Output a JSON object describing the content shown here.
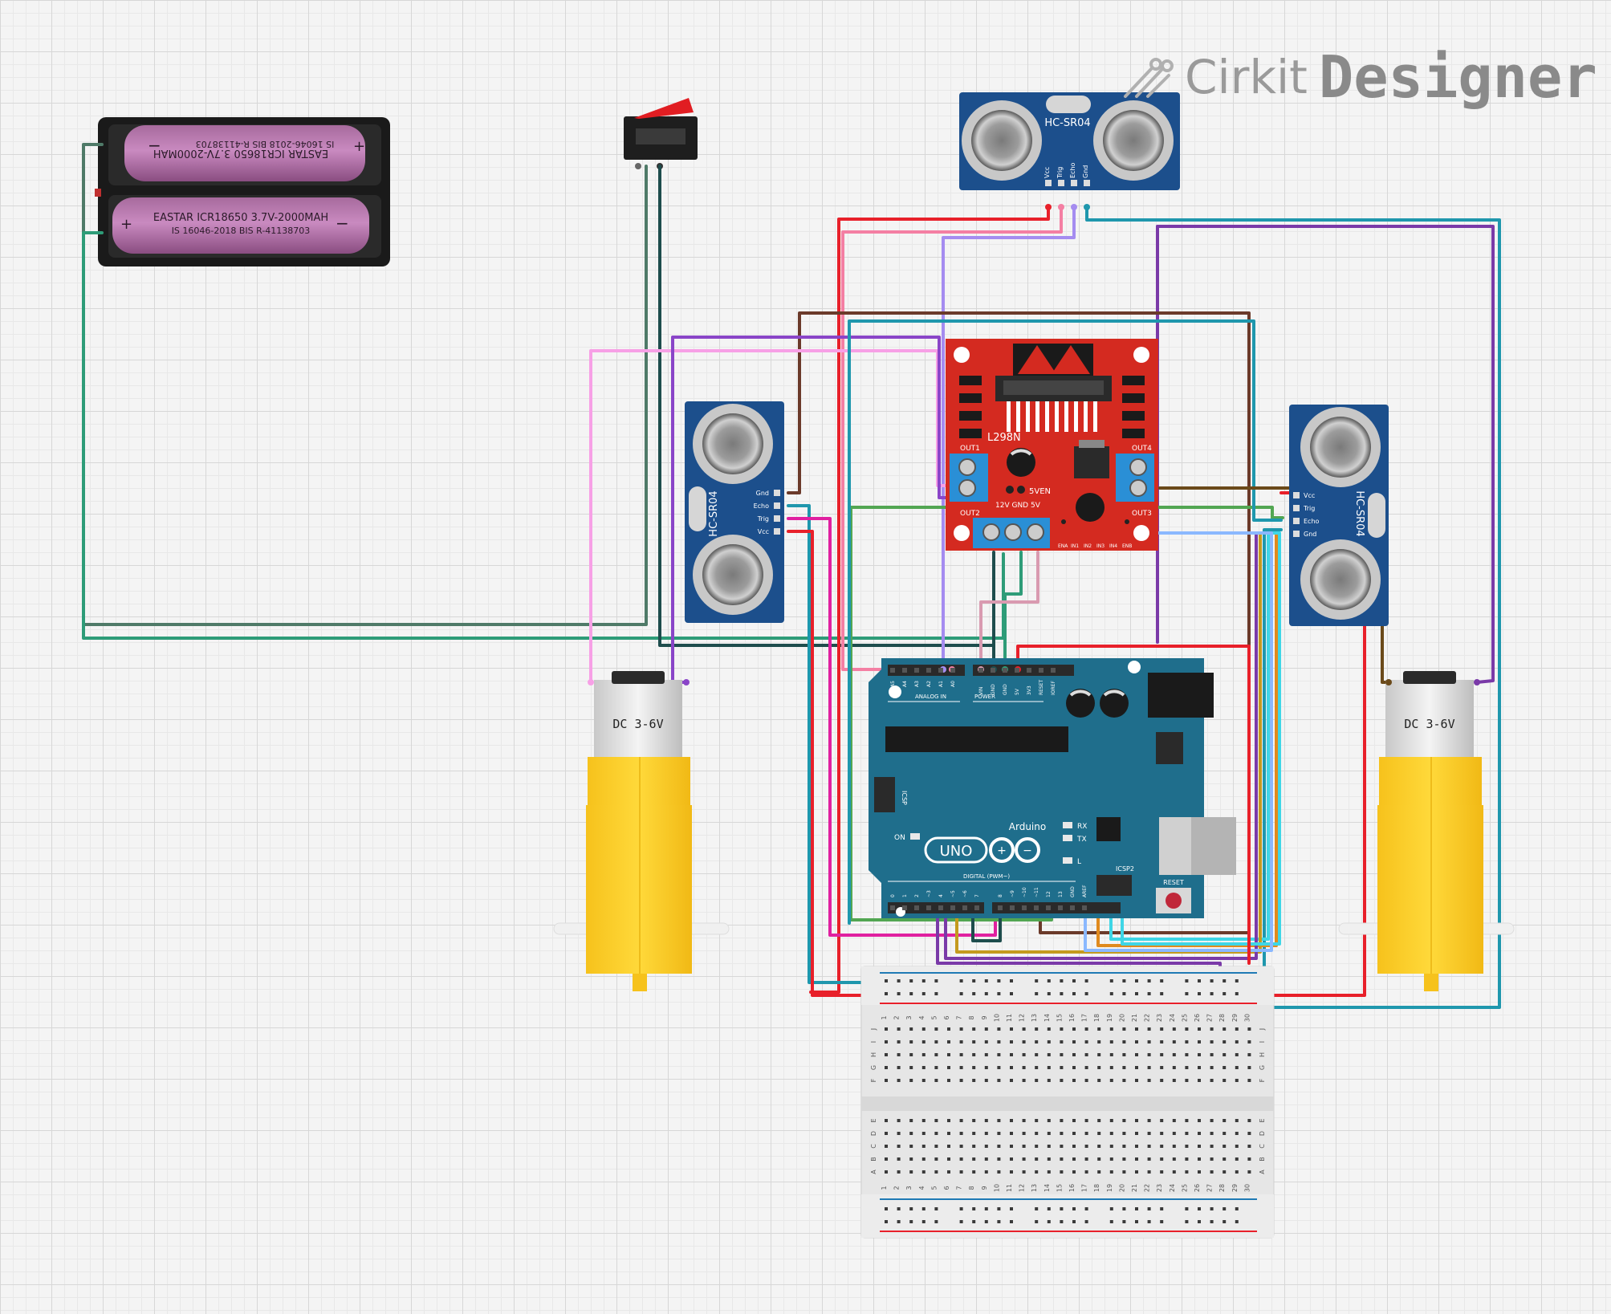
{
  "logo": {
    "part1": "Cirkit",
    "part2": "Designer"
  },
  "sensors": {
    "name": "HC-SR04",
    "pins": [
      "Vcc",
      "Trig",
      "Echo",
      "Gnd"
    ]
  },
  "driver": {
    "name": "L298N",
    "out1": "OUT1",
    "out2": "OUT2",
    "out3": "OUT3",
    "out4": "OUT4",
    "enable5v": "5VEN",
    "power_labels": "12V GND 5V",
    "input_labels": [
      "ENA",
      "IN1",
      "IN2",
      "IN3",
      "IN4",
      "ENB"
    ]
  },
  "battery": {
    "cell1": "EASTAR ICR18650 3.7V-2000MAH",
    "cell1_sub": "IS 16046-2018 BIS R-41138703",
    "cell2": "EASTAR ICR18650 3.7V-2000MAH",
    "cell2_sub": "IS 16046-2018 BIS R-41138703"
  },
  "motor": {
    "label": "DC 3-6V"
  },
  "arduino": {
    "brand": "Arduino",
    "model": "UNO",
    "analog_label": "ANALOG IN",
    "power_label": "POWER",
    "digital_label": "DIGITAL (PWM~)",
    "analog_pins": [
      "A5",
      "A4",
      "A3",
      "A2",
      "A1",
      "A0"
    ],
    "power_pins": [
      "VIN",
      "GND",
      "GND",
      "5V",
      "3V3",
      "RESET",
      "IOREF"
    ],
    "digital_pins": [
      "0",
      "1",
      "2",
      "~3",
      "4",
      "~5",
      "~6",
      "7",
      "8",
      "~9",
      "~10",
      "~11",
      "12",
      "13",
      "GND",
      "AREF"
    ],
    "leds": [
      "RX",
      "TX",
      "L",
      "ON"
    ],
    "icsp": "ICSP",
    "icsp2": "ICSP2",
    "reset": "RESET"
  },
  "breadboard": {
    "rows_top": [
      "J",
      "I",
      "H",
      "G",
      "F"
    ],
    "rows_bottom": [
      "E",
      "D",
      "C",
      "B",
      "A"
    ],
    "columns": 30
  },
  "colors": {
    "wire_red": "#e8202a",
    "wire_pink": "#f47fa3",
    "wire_lavender": "#a58cf0",
    "wire_teal": "#1f97ad",
    "wire_purple": "#7a3aa8",
    "wire_brown": "#6b3a2a",
    "wire_green": "#52a652",
    "wire_darkgreen": "#2f6e5a",
    "wire_magenta": "#e020a0",
    "wire_orange": "#e08a1e",
    "wire_cyan": "#3fd6e6",
    "arduino_blue": "#1f6e8c",
    "driver_red": "#d42a20",
    "sensor_blue": "#1c4f8c",
    "motor_yellow": "#fbd02a"
  }
}
